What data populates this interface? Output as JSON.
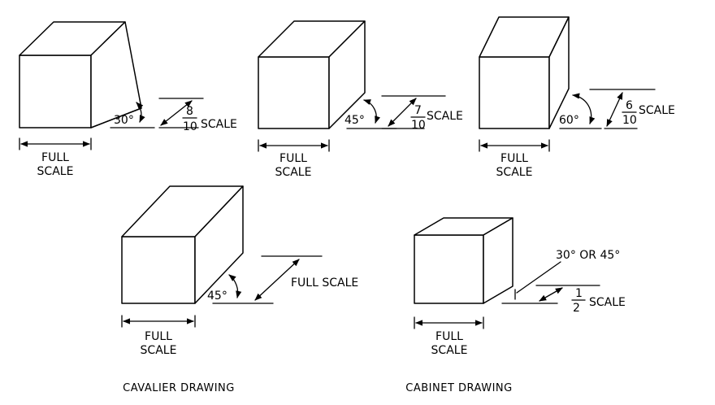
{
  "diagrams": [
    {
      "angle": "30°",
      "numerator": "8",
      "denominator": "10",
      "scale_word": "SCALE",
      "width_label": [
        "FULL",
        "SCALE"
      ]
    },
    {
      "angle": "45°",
      "numerator": "7",
      "denominator": "10",
      "scale_word": "SCALE",
      "width_label": [
        "FULL",
        "SCALE"
      ]
    },
    {
      "angle": "60°",
      "numerator": "6",
      "denominator": "10",
      "scale_word": "SCALE",
      "width_label": [
        "FULL",
        "SCALE"
      ]
    }
  ],
  "cavalier": {
    "angle": "45°",
    "depth_label": "FULL SCALE",
    "width_label": [
      "FULL",
      "SCALE"
    ],
    "caption": "CAVALIER DRAWING"
  },
  "cabinet": {
    "angle_label": "30° OR 45°",
    "numerator": "1",
    "denominator": "2",
    "scale_word": "SCALE",
    "width_label": [
      "FULL",
      "SCALE"
    ],
    "caption": "CABINET DRAWING"
  }
}
